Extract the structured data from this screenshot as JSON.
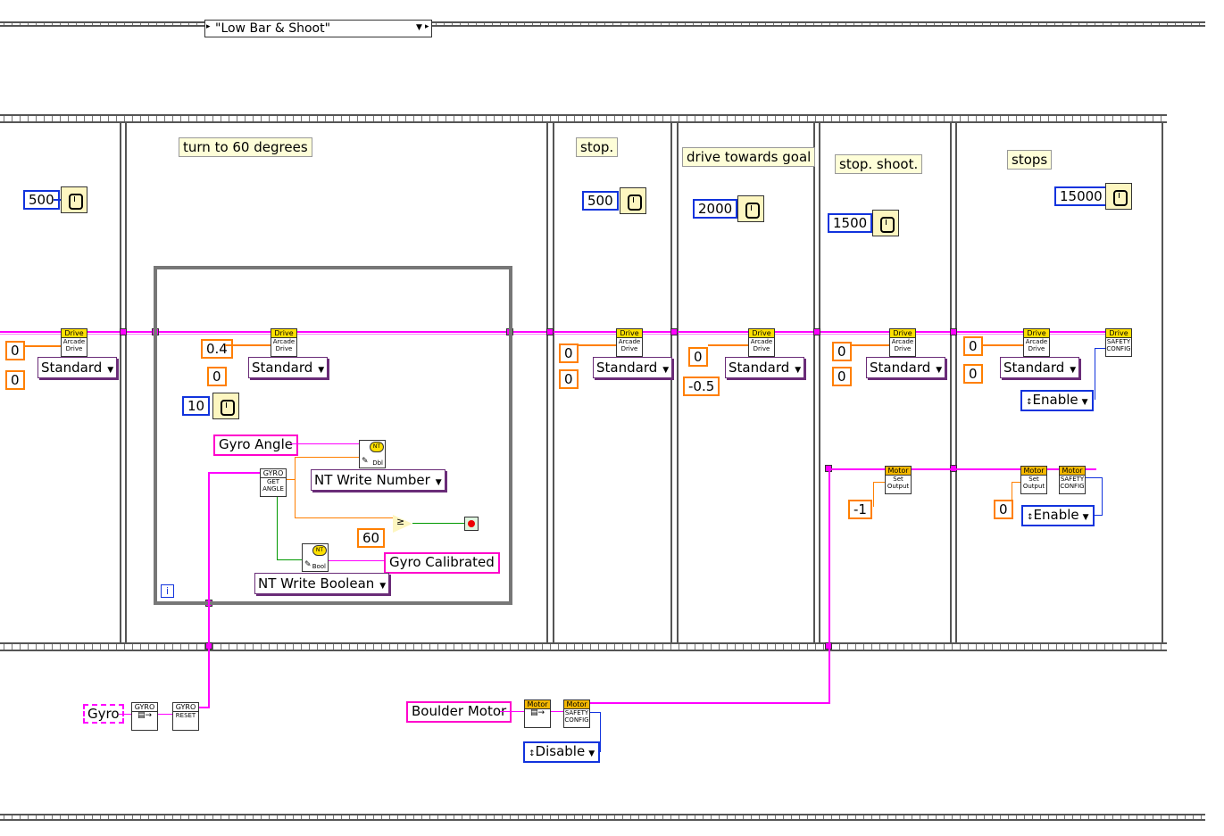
{
  "case_selector": {
    "value": "\"Low Bar & Shoot\""
  },
  "frames": [
    {
      "wait_ms": "500",
      "arcade_left": "0",
      "arcade_right": "0",
      "mode": "Standard"
    },
    {
      "comment": "turn to 60 degrees",
      "speed": "0.4",
      "rotate": "0",
      "mode": "Standard",
      "loop_wait": "10",
      "gyro_angle_label": "Gyro Angle",
      "nt_write_number": "NT Write Number",
      "compare_value": "60",
      "gyro_calibrated_label": "Gyro Calibrated",
      "nt_write_boolean": "NT Write Boolean",
      "iteration": "i"
    },
    {
      "comment": "stop.",
      "wait_ms": "500",
      "arcade_left": "0",
      "arcade_right": "0",
      "mode": "Standard"
    },
    {
      "comment": "drive towards goal",
      "wait_ms": "2000",
      "arcade_left": "0",
      "arcade_right": "-0.5",
      "mode": "Standard"
    },
    {
      "comment": "stop. shoot.",
      "wait_ms": "1500",
      "arcade_left": "0",
      "arcade_right": "0",
      "mode": "Standard",
      "motor_value": "-1"
    },
    {
      "comment": "stops",
      "wait_ms": "15000",
      "arcade_left": "0",
      "arcade_right": "0",
      "mode": "Standard",
      "safety_enable": "Enable",
      "motor_value": "0",
      "motor_enable": "Enable"
    }
  ],
  "vi_labels": {
    "drive": "Drive",
    "arcade_drive": "Arcade Drive",
    "safety_config": "SAFETY CONFIG",
    "motor": "Motor",
    "set_output": "Set Output",
    "gyro": "GYRO",
    "get_angle": "GET ANGLE",
    "reset": "RESET",
    "nt": "NT",
    "dbl": "Dbl",
    "bool": "Bool"
  },
  "bottom": {
    "gyro_ref": "Gyro",
    "boulder_motor": "Boulder Motor",
    "disable": "Disable"
  }
}
